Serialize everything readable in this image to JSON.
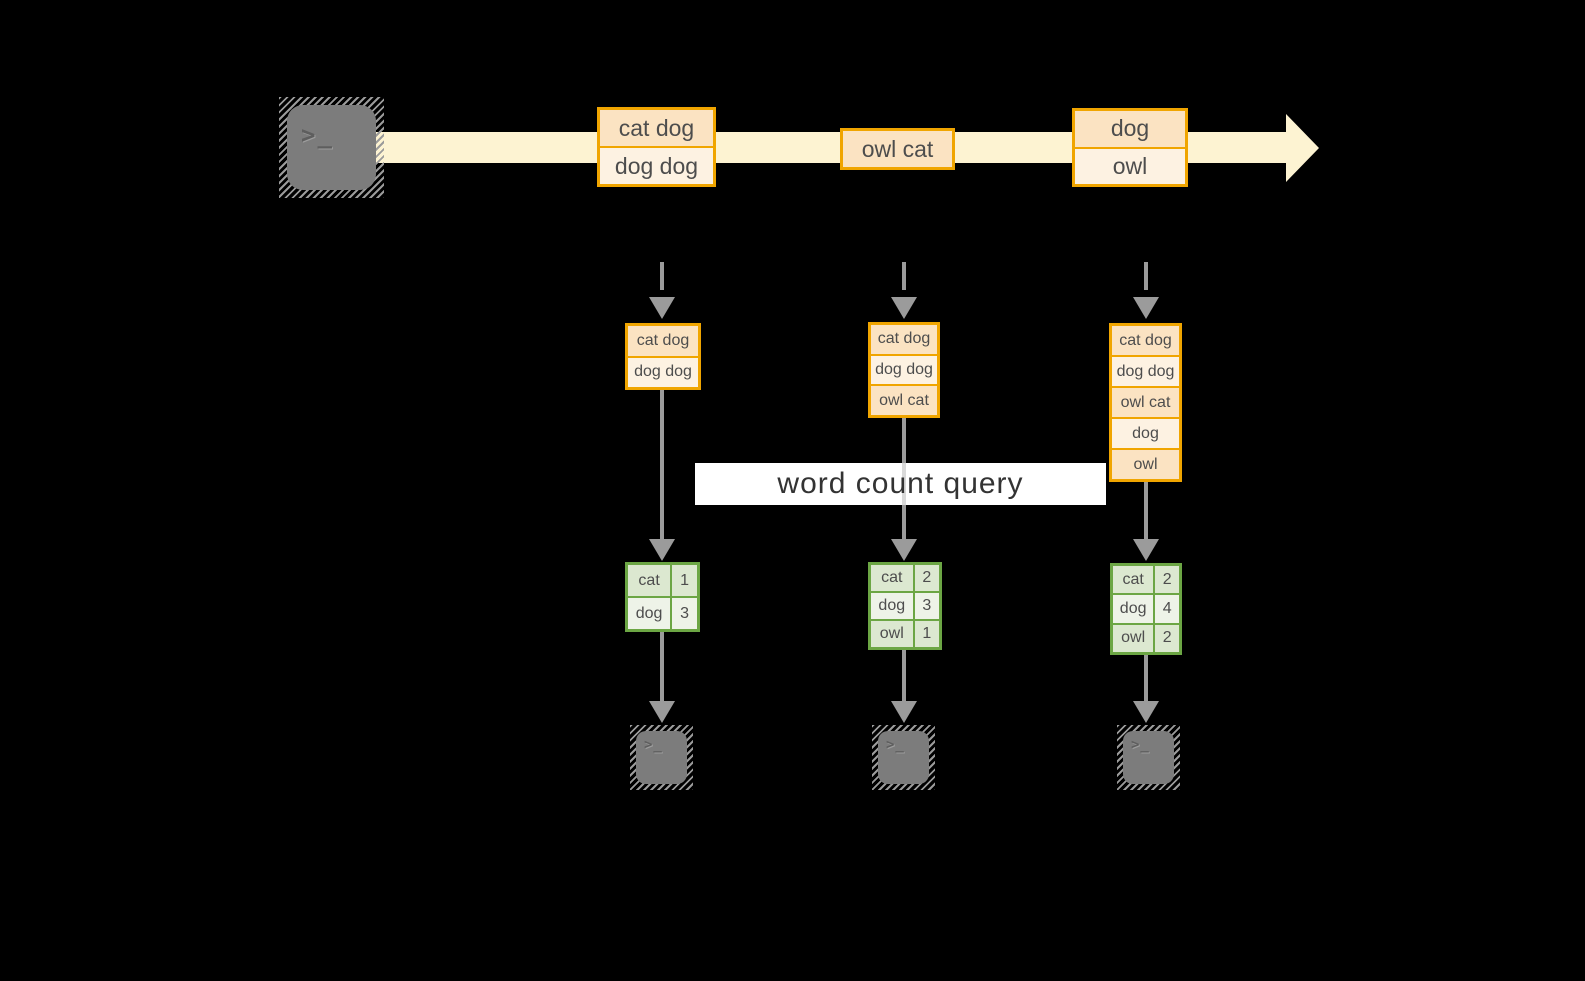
{
  "query_label": {
    "text": "word count query"
  },
  "icons": {
    "terminal_glyph": ">_"
  },
  "stream_batches": [
    {
      "cells": [
        "cat dog",
        "dog dog"
      ]
    },
    {
      "cells": [
        "owl cat"
      ]
    },
    {
      "cells": [
        "dog",
        "owl"
      ]
    }
  ],
  "state_stacks": [
    {
      "cells": [
        "cat dog",
        "dog dog"
      ]
    },
    {
      "cells": [
        "cat dog",
        "dog dog",
        "owl cat"
      ]
    },
    {
      "cells": [
        "cat dog",
        "dog dog",
        "owl cat",
        "dog",
        "owl"
      ]
    }
  ],
  "count_tables": [
    {
      "rows": [
        {
          "word": "cat",
          "count": "1"
        },
        {
          "word": "dog",
          "count": "3"
        }
      ]
    },
    {
      "rows": [
        {
          "word": "cat",
          "count": "2"
        },
        {
          "word": "dog",
          "count": "3"
        },
        {
          "word": "owl",
          "count": "1"
        }
      ]
    },
    {
      "rows": [
        {
          "word": "cat",
          "count": "2"
        },
        {
          "word": "dog",
          "count": "4"
        },
        {
          "word": "owl",
          "count": "2"
        }
      ]
    }
  ],
  "colors": {
    "background": "#000000",
    "stream_band": "#fdf3d2",
    "record_border": "#f0a500",
    "record_fill_dark": "#fbe3c2",
    "record_fill_light": "#fdf2e2",
    "table_border": "#6ca644",
    "table_fill_dark": "#dce8d0",
    "table_fill_light": "#eef3e8",
    "arrow_gray": "#9b9b9b",
    "terminal_gray": "#7c7c7c",
    "cell_text": "#4d4d4d",
    "label_text": "#333333"
  }
}
